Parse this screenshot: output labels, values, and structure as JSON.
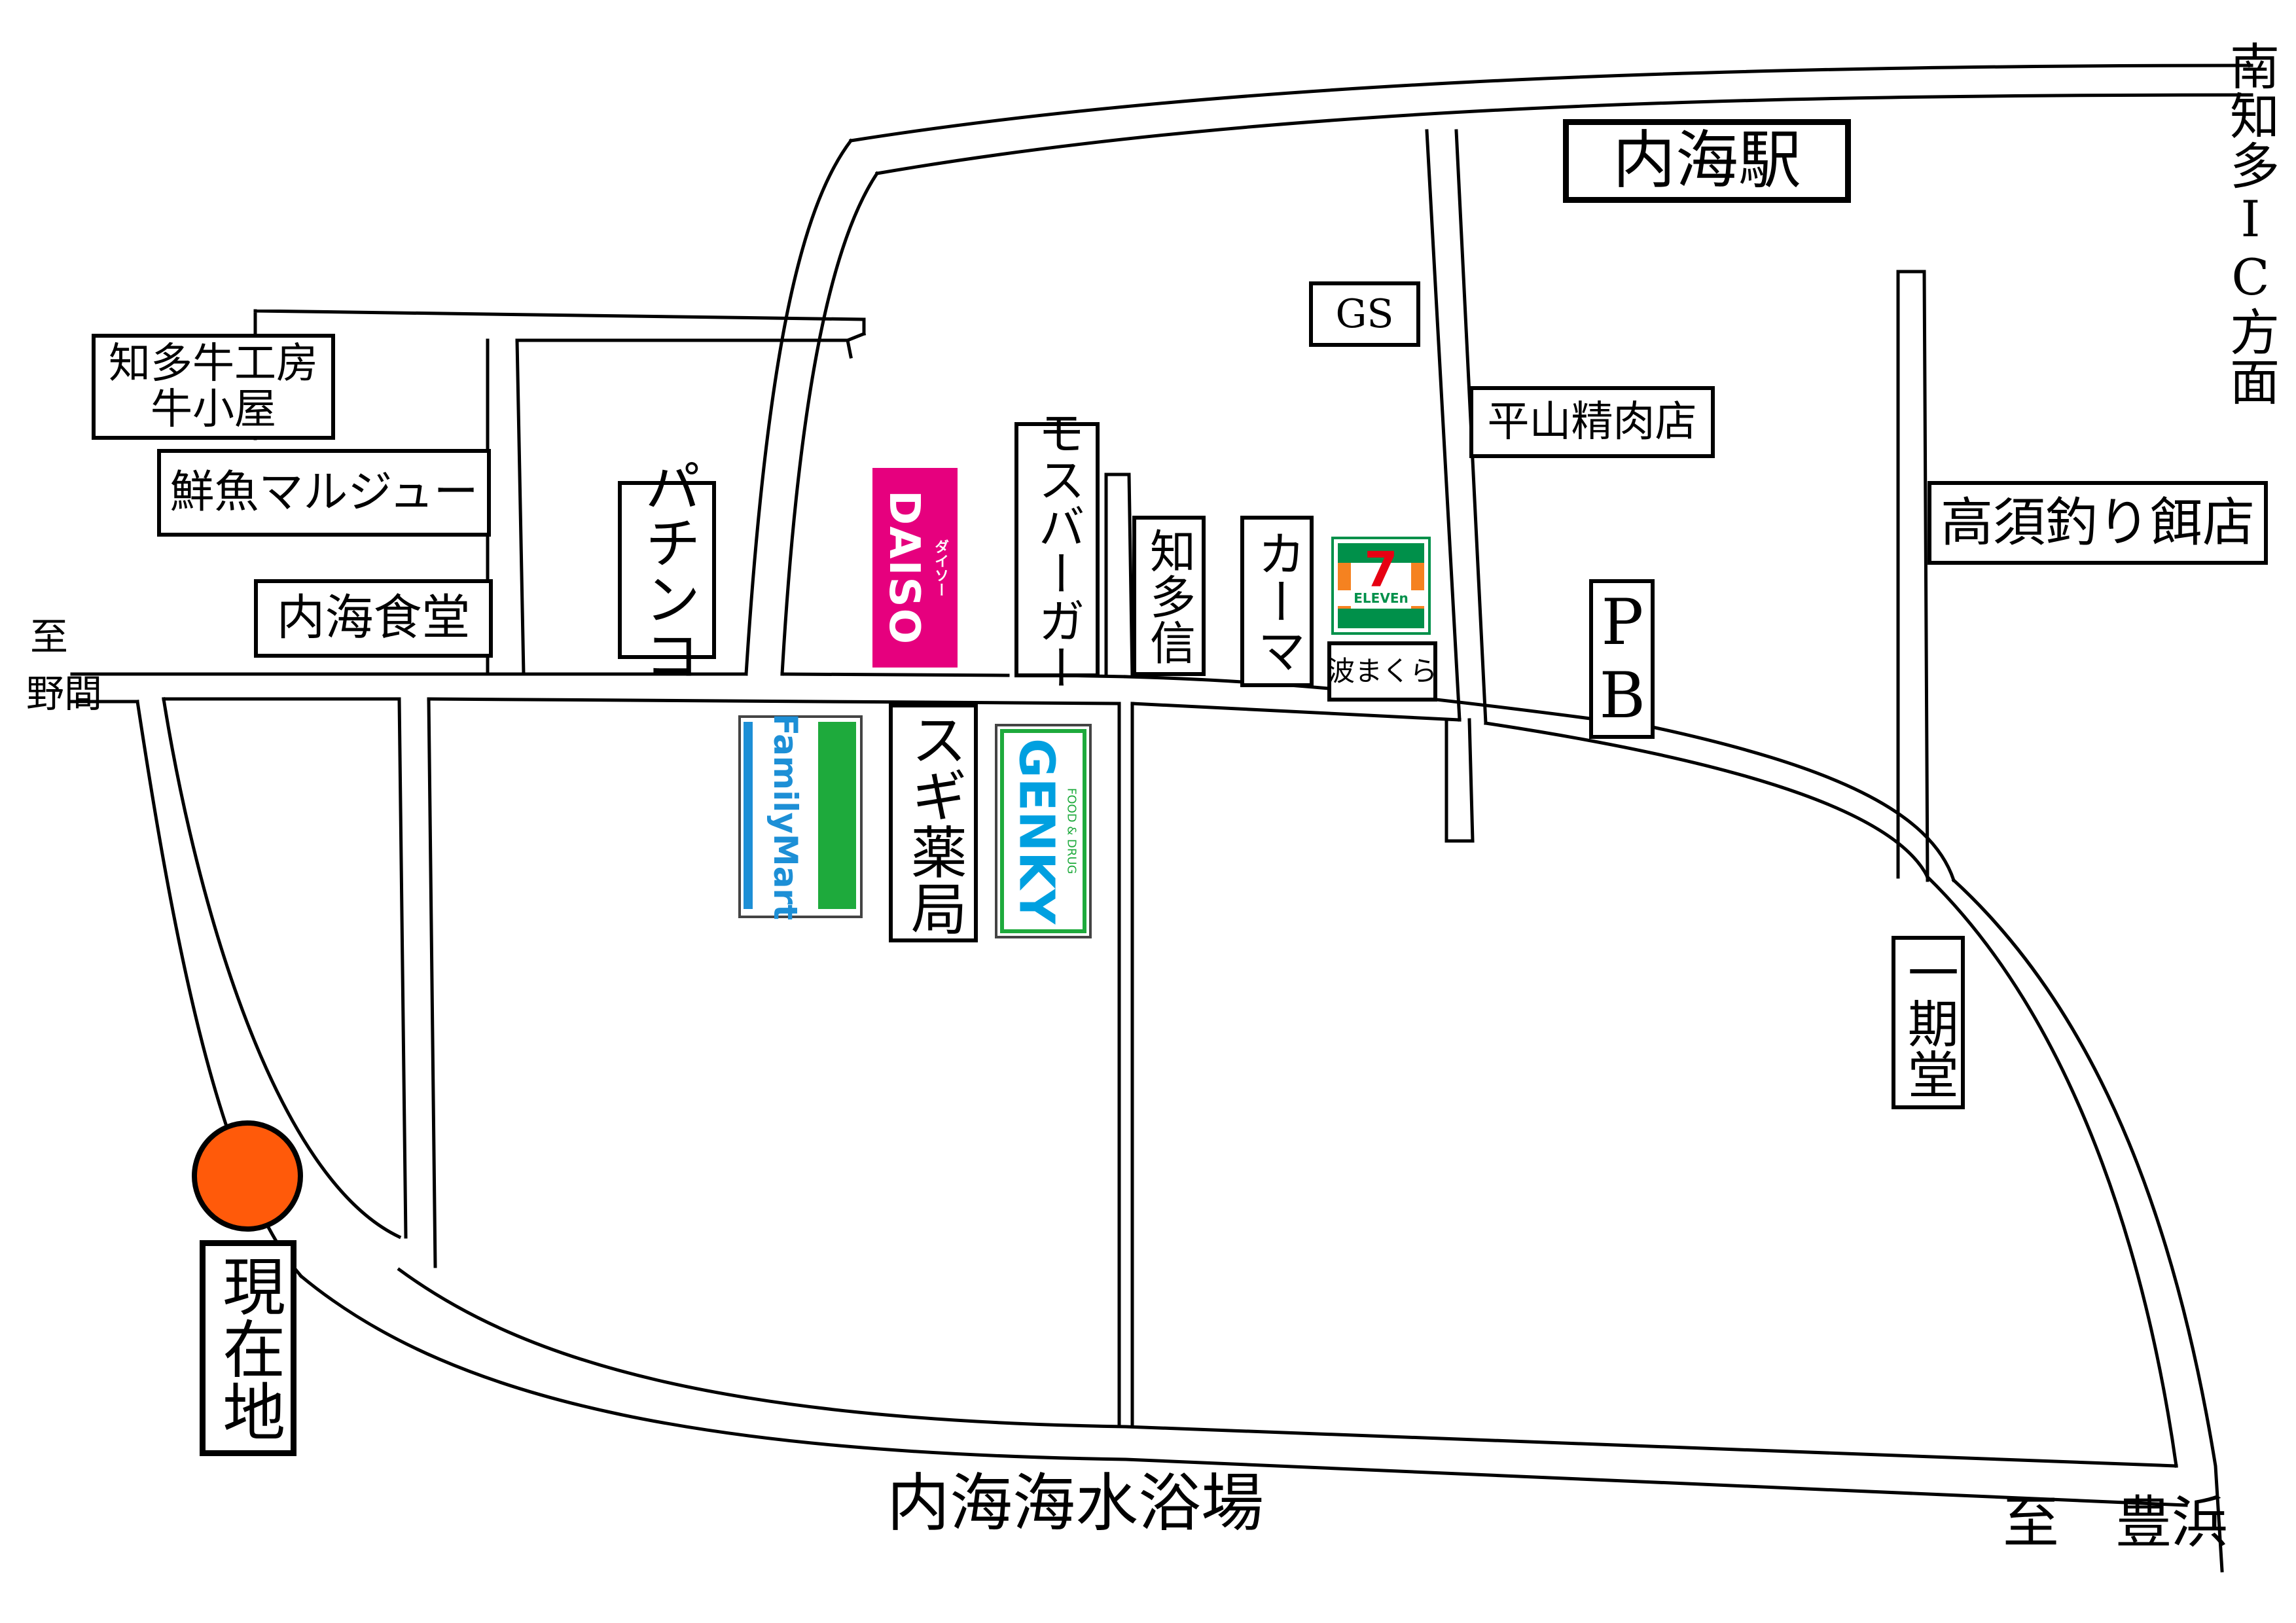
{
  "colors": {
    "road": "#000000",
    "background": "#ffffff",
    "current_location": "#ff5a0a",
    "daiso": "#e6007e",
    "familymart_green": "#1eaa3c",
    "familymart_blue": "#1d8fd6",
    "genky_blue": "#00a0e0",
    "genky_green": "#1eaa3c",
    "seven_green": "#00904a",
    "seven_orange": "#f58220",
    "seven_red": "#e60012"
  },
  "labels": {
    "uchiumi_station": "内海駅",
    "gs": "GS",
    "hirayama_meat": "平山精肉店",
    "takasu_bait": "高須釣り餌店",
    "chita_gyu_line1": "知多牛工房",
    "chita_gyu_line2": "牛小屋",
    "sengyo_marujuu": "鮮魚マルジュー",
    "uchiumi_shokudo": "内海食堂",
    "pachinko": "パチンコ",
    "mos_burger": "モスバーガー",
    "chitashin": "知多信",
    "karma": "カーマ",
    "namimakura": "波まくら",
    "pb": "PB",
    "sugi": "スギ薬局",
    "ikkido": "一期堂",
    "current_location": "現在地"
  },
  "brands": {
    "daiso": "DAISO",
    "daiso_sub": "ダイソー",
    "familymart": "FamilyMart",
    "genky": "GENKY",
    "genky_sub": "FOOD & DRUG",
    "seven_number": "7",
    "seven_text": "ELEVEn"
  },
  "directions": {
    "noma": "至\n野間",
    "toyohama": "至　豊浜",
    "minamichita_ic": "南知多IC方面",
    "beach": "内海海水浴場"
  },
  "icons": {
    "current_location_marker": "orange-circle",
    "seven_eleven_logo": "seven-eleven-logo"
  }
}
